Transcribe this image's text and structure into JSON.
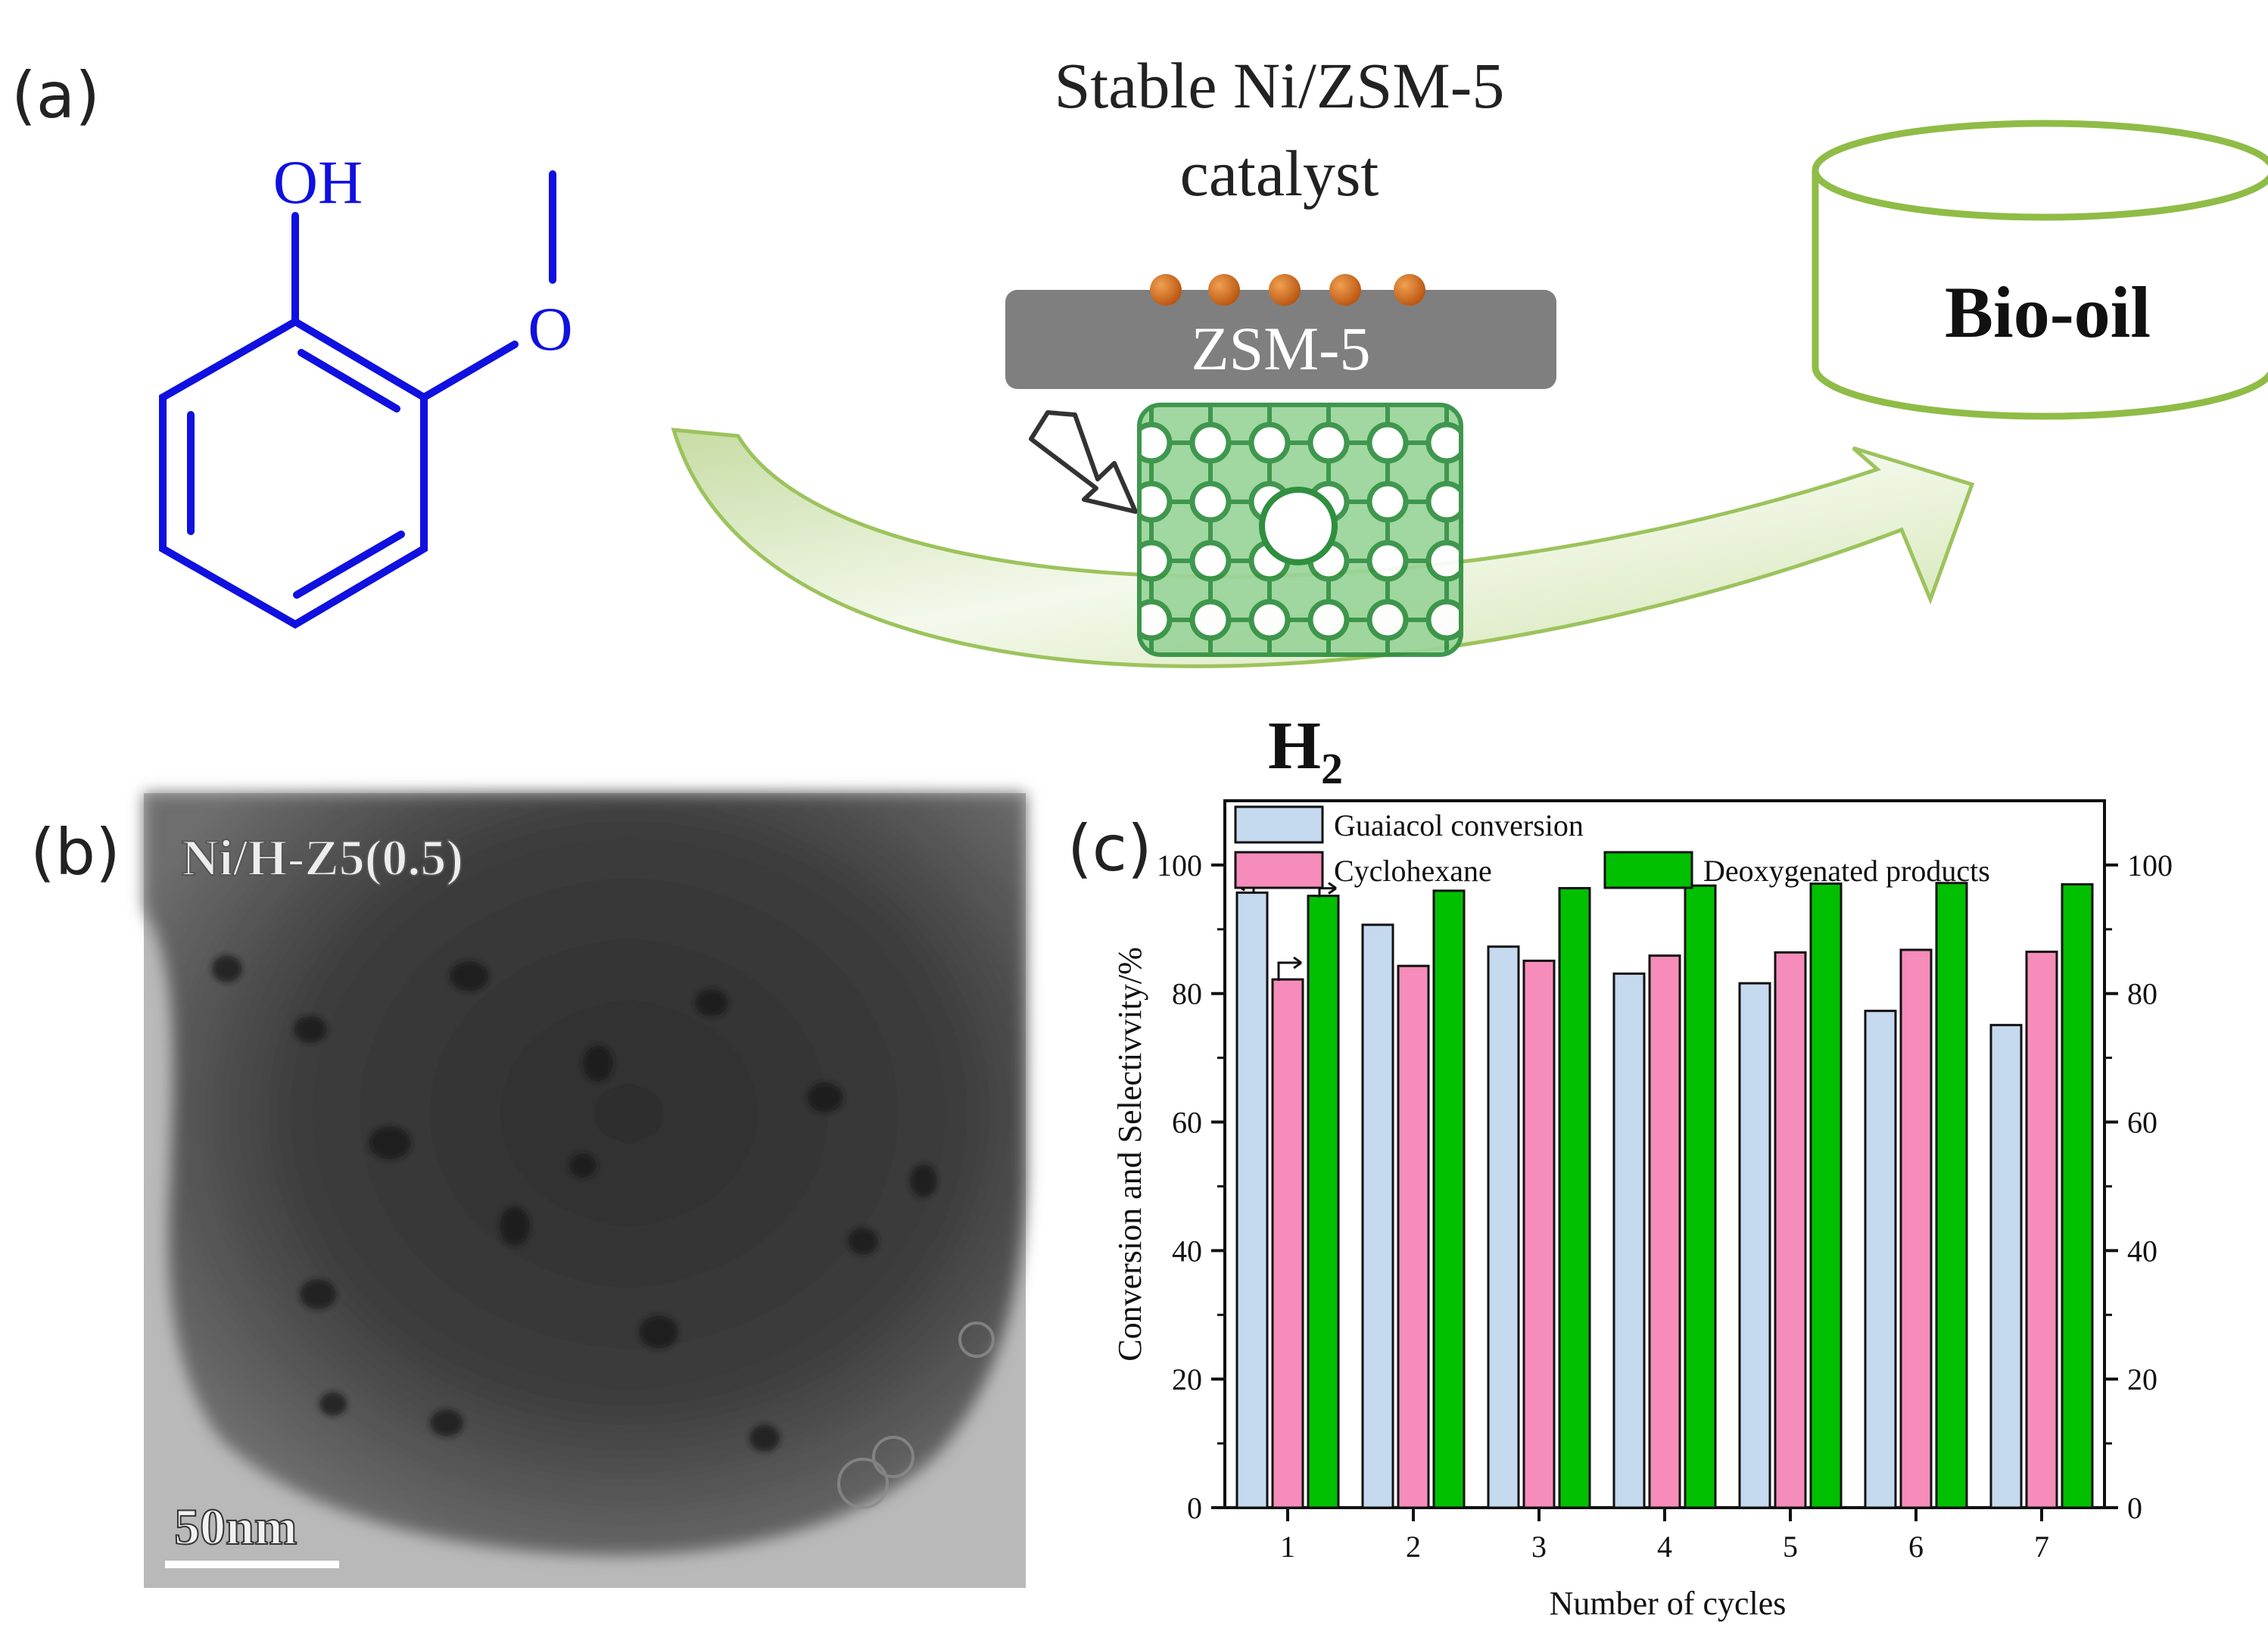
{
  "figure": {
    "panel_labels": {
      "a": "(a)",
      "b": "(b)",
      "c": "(c)"
    },
    "panel_a": {
      "molecule": {
        "oh_label": "OH",
        "o_label": "O"
      },
      "catalyst_title_line1": "Stable Ni/ZSM-5",
      "catalyst_title_line2": "catalyst",
      "support_label": "ZSM-5",
      "product_label": "Bio-oil",
      "h2_main": "H",
      "h2_sub": "2"
    },
    "panel_b": {
      "sample_label": "Ni/H-Z5(0.5)",
      "scale_label": "50nm"
    }
  },
  "colors": {
    "molecule": "#1010e0",
    "arrow_green": "#8fbc46",
    "bar_conversion": "#c5d9ef",
    "bar_cyclohexane": "#f58cba",
    "bar_deoxygenated": "#00c000",
    "ni_particle": "#d2691e",
    "zsm5_plate": "#7f7f7f"
  },
  "chart_data": {
    "type": "bar",
    "xlabel": "Number of cycles",
    "ylabel": "Conversion and Selectivvity/%",
    "categories": [
      "1",
      "2",
      "3",
      "4",
      "5",
      "6",
      "7"
    ],
    "ylim": [
      0,
      110
    ],
    "yticks": [
      0,
      20,
      40,
      60,
      80,
      100
    ],
    "right_axis": {
      "ylim": [
        0,
        110
      ],
      "yticks": [
        0,
        20,
        40,
        60,
        80,
        100
      ]
    },
    "legend_position": "top",
    "series": [
      {
        "name": "Guaiacol conversion",
        "values": [
          95.7,
          90.7,
          87.3,
          83.1,
          81.6,
          77.3,
          75.1
        ]
      },
      {
        "name": "Cyclohexane",
        "values": [
          82.2,
          84.3,
          85.1,
          85.9,
          86.4,
          86.8,
          86.5
        ]
      },
      {
        "name": "Deoxygenated products",
        "values": [
          95.2,
          96.0,
          96.4,
          96.8,
          97.1,
          97.2,
          97.0
        ]
      }
    ]
  }
}
